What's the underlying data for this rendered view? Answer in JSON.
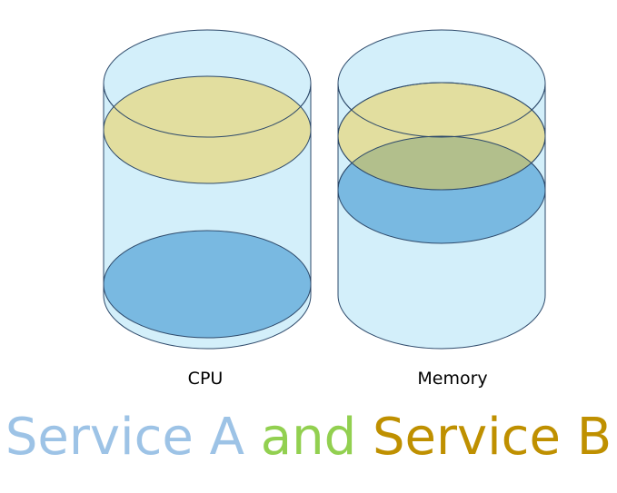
{
  "cylinders": {
    "cpu": {
      "label": "CPU",
      "levels": {
        "service_a": 0.13,
        "service_b": 0.73
      }
    },
    "memory": {
      "label": "Memory",
      "levels": {
        "service_a": 0.61,
        "service_b": 0.82
      }
    }
  },
  "title": {
    "part1": "Service A",
    "part2": "and",
    "part3": "Service B"
  },
  "colors": {
    "body_fill": "#d3effa",
    "outline": "#2e4a6b",
    "service_a": "#79b9e1",
    "service_b": "#e3dc97",
    "overlap": "#b2bf8c",
    "title_part1": "#9dc3e6",
    "title_part2": "#92d050",
    "title_part3": "#bf9000"
  }
}
